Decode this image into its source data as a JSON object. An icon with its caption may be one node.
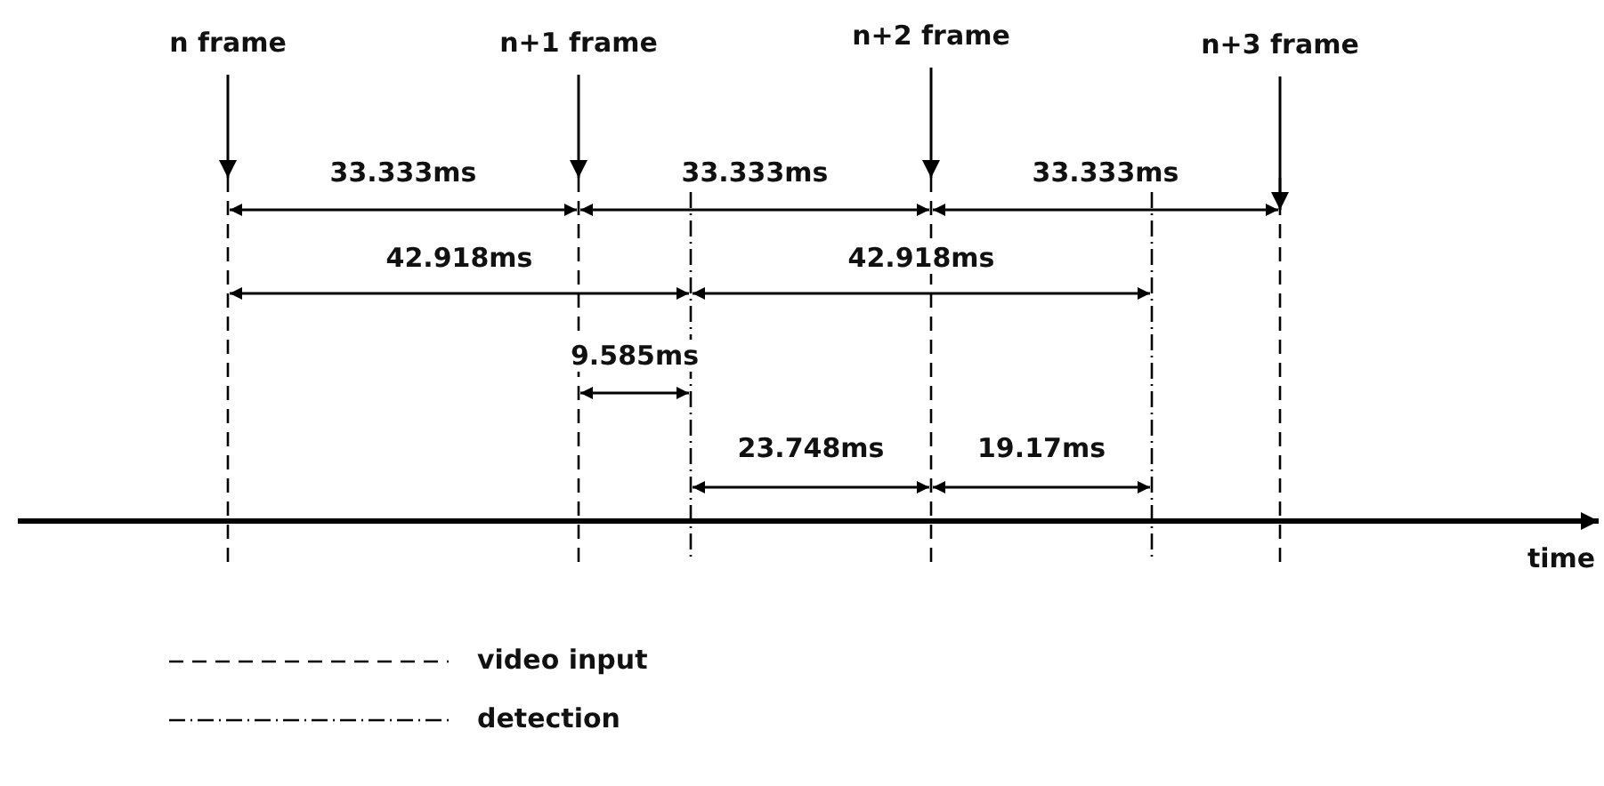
{
  "diagram": {
    "nodes": [
      {
        "text": [
          "n frame"
        ]
      },
      {
        "text": [
          "n+1 frame"
        ]
      },
      {
        "text": [
          "n+2 frame"
        ]
      },
      {
        "text": [
          "n+3 frame"
        ]
      }
    ],
    "edges": [
      {
        "from": 0,
        "to": null,
        "arrow": "to"
      },
      {
        "from": 1,
        "to": null,
        "arrow": "to"
      },
      {
        "from": 2,
        "to": null,
        "arrow": "to"
      },
      {
        "from": 3,
        "to": null,
        "arrow": "to"
      }
    ],
    "labels": [
      "33.333ms",
      "33.333ms",
      "33.333ms",
      "42.918ms",
      "42.918ms",
      "9.585ms",
      "23.748ms",
      "19.17ms",
      "time"
    ],
    "legend": [
      {
        "text": "video input"
      },
      {
        "text": "detection"
      }
    ]
  }
}
